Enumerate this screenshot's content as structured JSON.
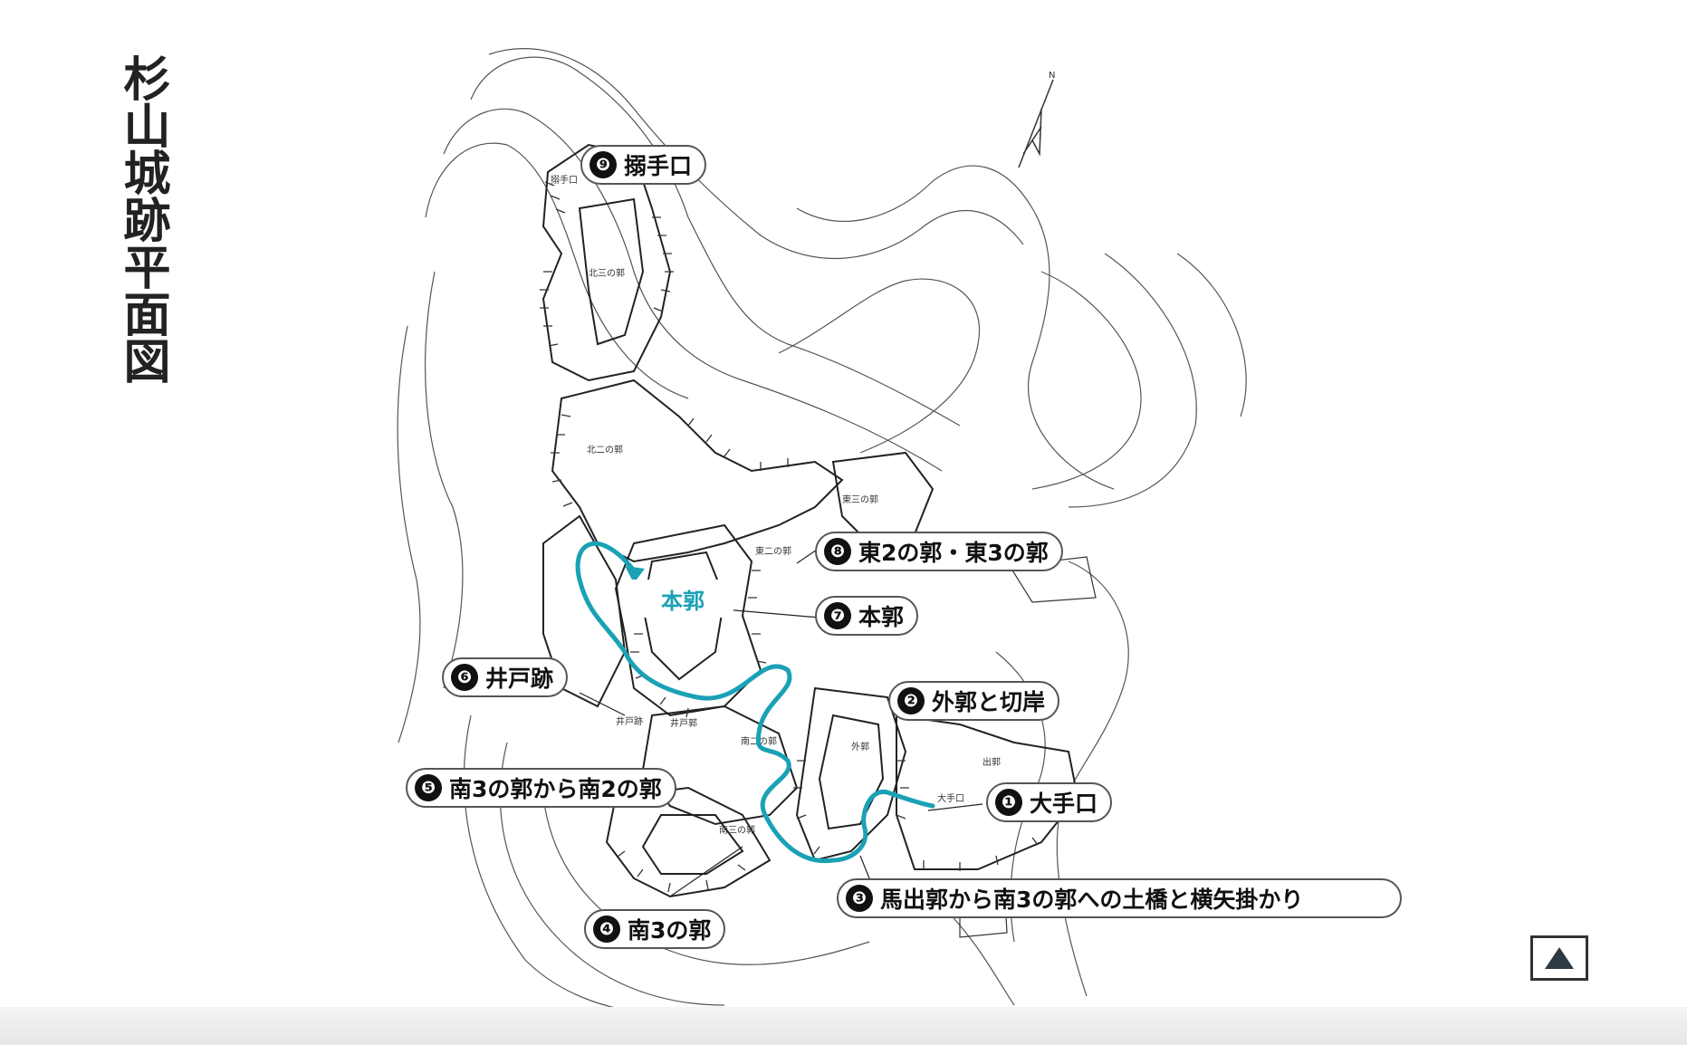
{
  "title": "杉山城跡平面図",
  "route_label": "本郭",
  "compass_label": "N",
  "map_labels": {
    "karamete": "搦手口",
    "kita3": "北三の郭",
    "kita2": "北二の郭",
    "higashi3": "東三の郭",
    "higashi2": "東二の郭",
    "ido": "井戸跡",
    "ido_kuruwa": "井戸郭",
    "minami2": "南二の郭",
    "minami3": "南三の郭",
    "soto": "外郭",
    "de": "出郭",
    "ote": "大手口"
  },
  "callouts": [
    {
      "num": "❾",
      "label": "搦手口"
    },
    {
      "num": "❽",
      "label": "東2の郭・東3の郭"
    },
    {
      "num": "❼",
      "label": "本郭"
    },
    {
      "num": "❻",
      "label": "井戸跡"
    },
    {
      "num": "❷",
      "label": "外郭と切岸"
    },
    {
      "num": "❺",
      "label": "南3の郭から南2の郭"
    },
    {
      "num": "❶",
      "label": "大手口"
    },
    {
      "num": "❸",
      "label": "馬出郭から南3の郭への土橋と横矢掛かり"
    },
    {
      "num": "❹",
      "label": "南3の郭"
    }
  ],
  "route_color": "#1aa1b6",
  "icons": {
    "back_to_top": "triangle-up-icon",
    "north_arrow": "north-arrow-icon"
  }
}
